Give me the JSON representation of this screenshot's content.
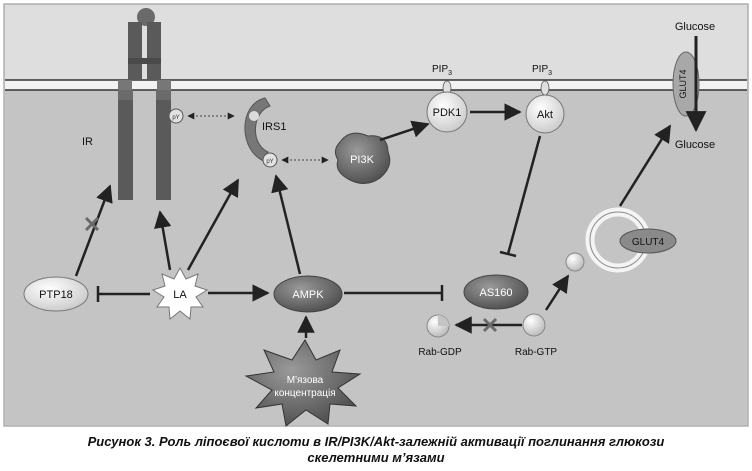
{
  "labels": {
    "ir": "IR",
    "irs1": "IRS1",
    "pi3k": "PI3K",
    "pdk1": "PDK1",
    "akt": "Akt",
    "pip3_left": "PIP",
    "pip3_right": "PIP",
    "pip3_sub": "3",
    "glut4_membrane": "GLUT4",
    "glut4_vesicle": "GLUT4",
    "glucose_top": "Glucose",
    "glucose_bottom": "Glucose",
    "ptp18": "PTP18",
    "la": "LA",
    "ampk": "AMPK",
    "as160": "AS160",
    "rab_gdp": "Rab-GDP",
    "rab_gtp": "Rab-GTP",
    "muscle_line1": "М'язова",
    "muscle_line2": "концентрація",
    "py_ir": "pY",
    "py_irs1": "pY"
  },
  "caption": {
    "line1": "Рисунок 3. Роль ліпоєвої кислоти в IR/PI3K/Akt-залежній активації поглинання глюкози",
    "line2": "скелетними м’язами"
  },
  "colors": {
    "frame_bg": "#dcdcdc",
    "cytoplasm": "#bfbfbf",
    "receptor": "#5a5a5a",
    "node_light": "#e6e6e6",
    "node_dark": "#6e6e6e",
    "arrow": "#222222",
    "inhibit_x": "#6a6a6a"
  }
}
